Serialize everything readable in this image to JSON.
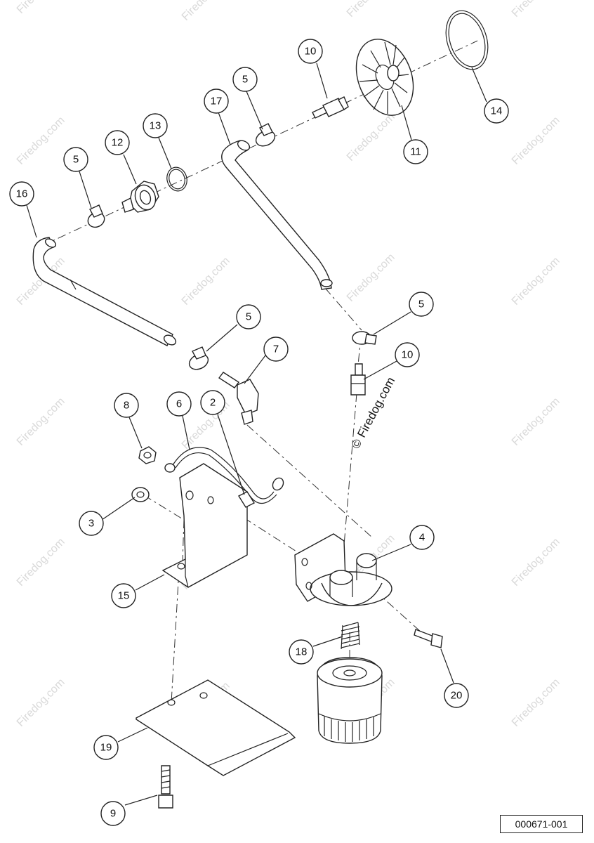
{
  "watermark": "Firedog.com",
  "copyright_symbol": "©",
  "part_code": "000671-001",
  "callouts": [
    {
      "id": "c-14",
      "label": "14"
    },
    {
      "id": "c-10a",
      "label": "10"
    },
    {
      "id": "c-11",
      "label": "11"
    },
    {
      "id": "c-5a",
      "label": "5"
    },
    {
      "id": "c-17",
      "label": "17"
    },
    {
      "id": "c-13",
      "label": "13"
    },
    {
      "id": "c-12",
      "label": "12"
    },
    {
      "id": "c-5b",
      "label": "5"
    },
    {
      "id": "c-16",
      "label": "16"
    },
    {
      "id": "c-5c",
      "label": "5"
    },
    {
      "id": "c-5d",
      "label": "5"
    },
    {
      "id": "c-7",
      "label": "7"
    },
    {
      "id": "c-10b",
      "label": "10"
    },
    {
      "id": "c-8",
      "label": "8"
    },
    {
      "id": "c-6",
      "label": "6"
    },
    {
      "id": "c-2",
      "label": "2"
    },
    {
      "id": "c-4",
      "label": "4"
    },
    {
      "id": "c-3",
      "label": "3"
    },
    {
      "id": "c-15",
      "label": "15"
    },
    {
      "id": "c-18",
      "label": "18"
    },
    {
      "id": "c-20",
      "label": "20"
    },
    {
      "id": "c-19",
      "label": "19"
    },
    {
      "id": "c-9",
      "label": "9"
    }
  ]
}
